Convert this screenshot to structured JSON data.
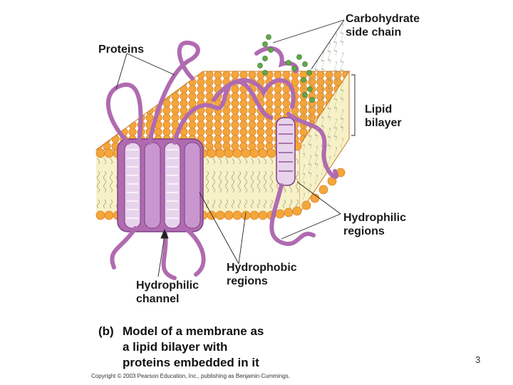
{
  "labels": {
    "carbohydrate": "Carbohydrate\nside chain",
    "proteins": "Proteins",
    "lipid_bilayer": "Lipid\nbilayer",
    "hydrophilic_regions": "Hydrophilic\nregions",
    "hydrophobic_regions": "Hydrophobic\nregions",
    "hydrophilic_channel": "Hydrophilic\nchannel"
  },
  "caption": {
    "part": "(b)",
    "line1": "Model of a membrane as",
    "line2": "a lipid bilayer with",
    "line3": "proteins embedded in it"
  },
  "copyright": "Copyright © 2003 Pearson Education, Inc., publishing as Benjamin Cummings.",
  "page_number": "3",
  "colors": {
    "head": "#f4a63a",
    "head_dark": "#d9832a",
    "tail_bg": "#f7f1c8",
    "protein": "#b06bb0",
    "protein_dark": "#7d3f85",
    "carbohydrate": "#5fa84a"
  }
}
